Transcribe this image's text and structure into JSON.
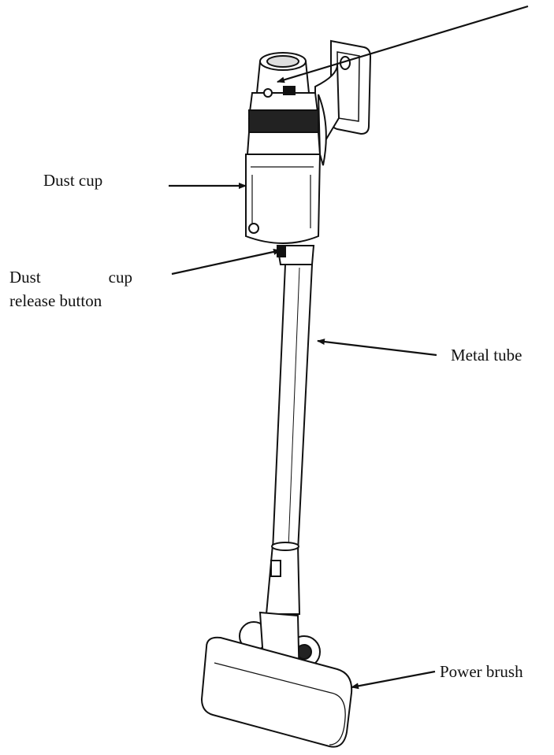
{
  "labels": {
    "dust_cup": "Dust cup",
    "dust_cup_release_button_line1_word1": "Dust",
    "dust_cup_release_button_line1_word2": "cup",
    "dust_cup_release_button_line2": "release button",
    "metal_tube": "Metal tube",
    "power_brush": "Power brush"
  },
  "colors": {
    "ink": "#111111",
    "background": "#ffffff",
    "band": "#222222"
  }
}
